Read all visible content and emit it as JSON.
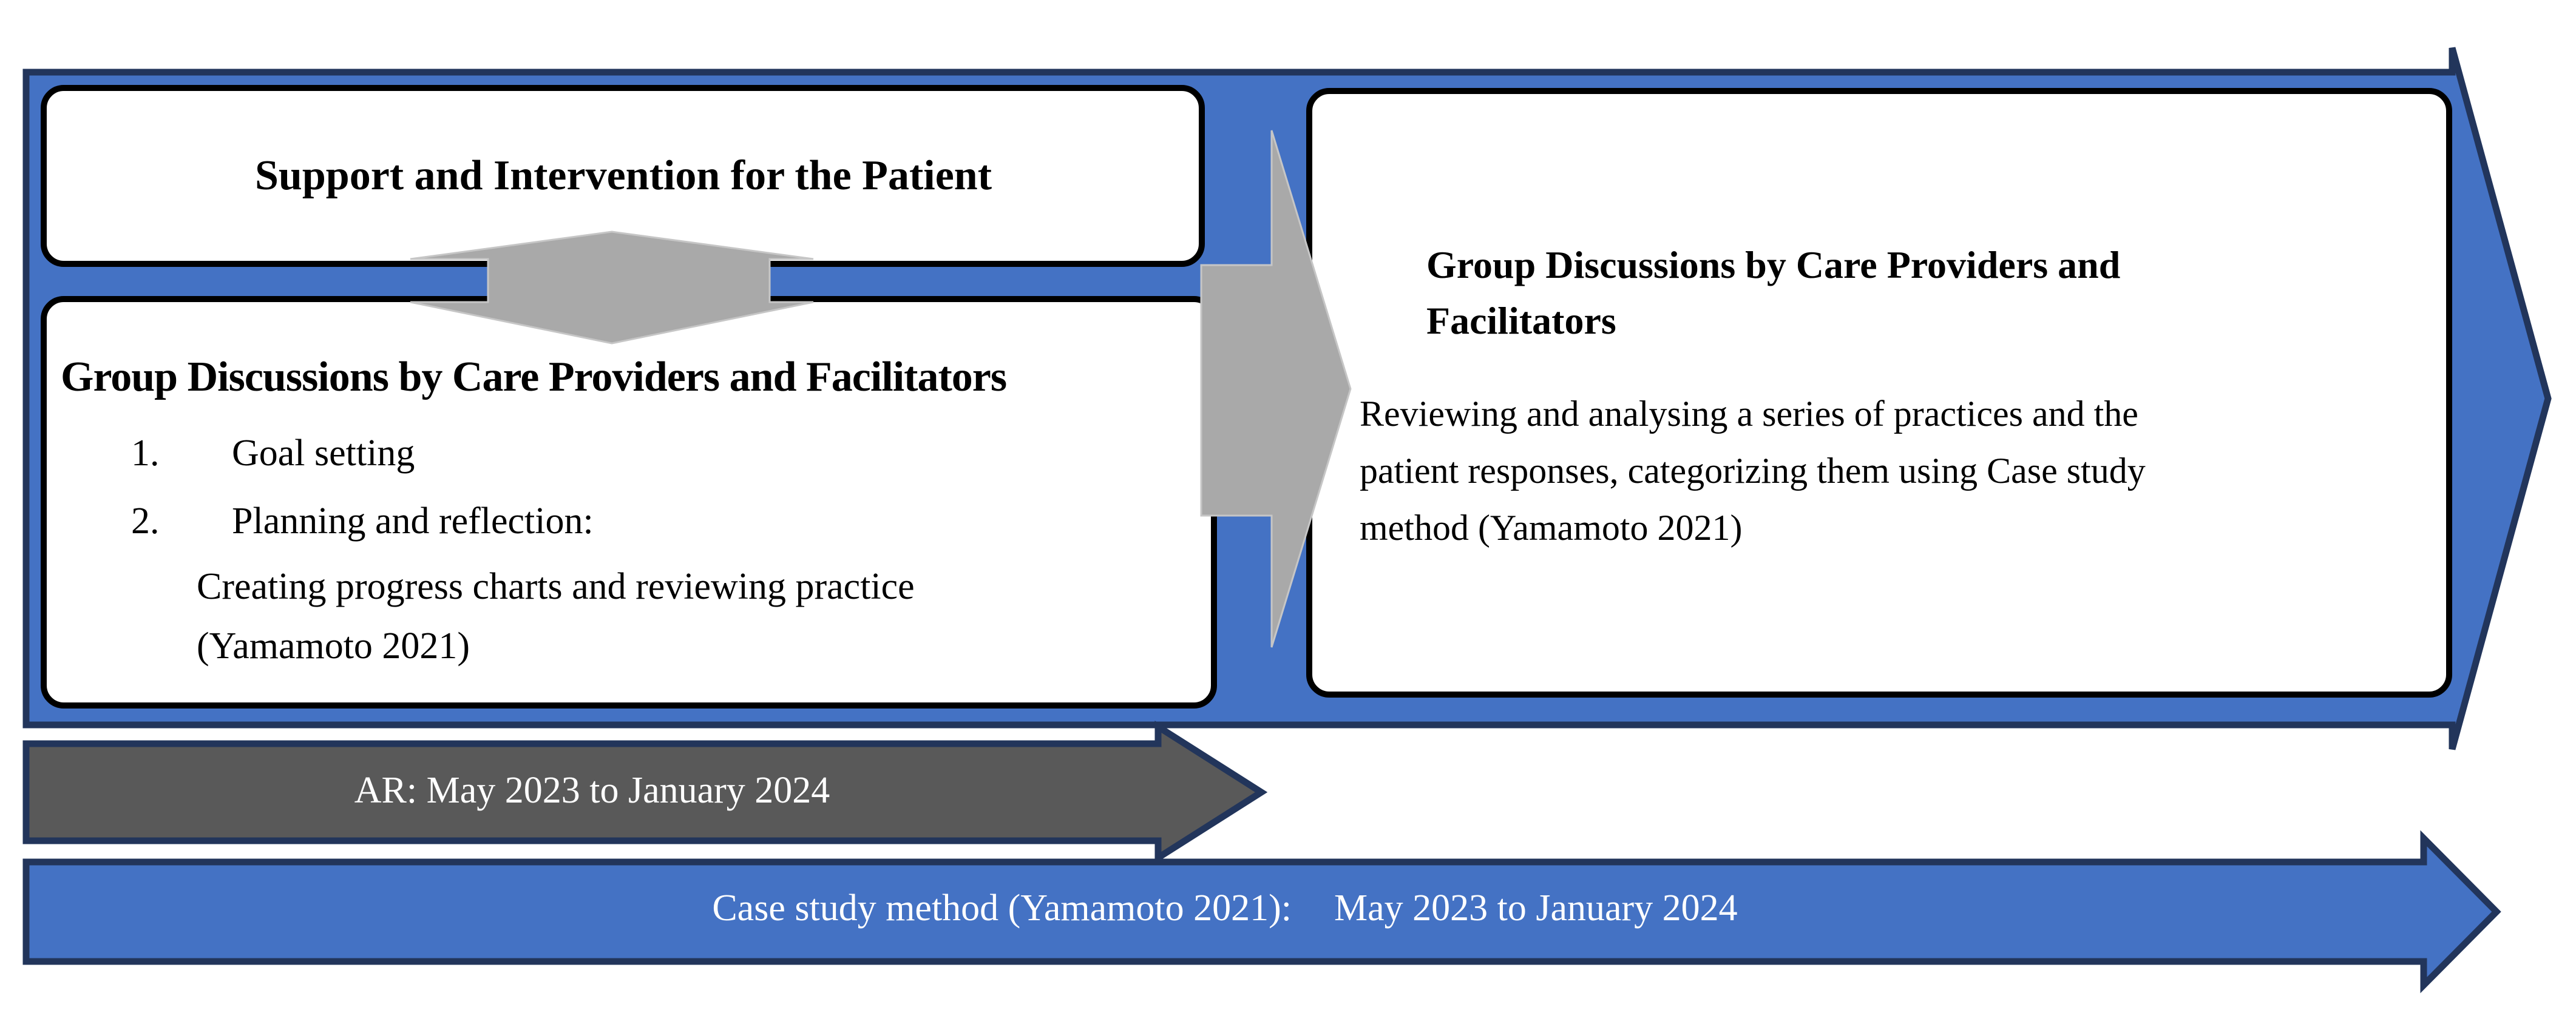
{
  "boxes": {
    "patient_support": {
      "title": "Support and Intervention for the Patient"
    },
    "group_discussions_left": {
      "title": "Group Discussions by Care Providers and Facilitators",
      "items": [
        {
          "num": "1.",
          "text": "Goal setting"
        },
        {
          "num": "2.",
          "text": "Planning and reflection:"
        }
      ],
      "continuation_lines": [
        "Creating progress charts and reviewing practice",
        "(Yamamoto 2021)"
      ]
    },
    "group_discussions_right": {
      "title_lines": [
        "Group Discussions by Care Providers and",
        "Facilitators"
      ],
      "body_lines": [
        "Reviewing and analysing a series of practices and the",
        "patient responses, categorizing them using Case study",
        "method (Yamamoto 2021)"
      ]
    }
  },
  "timeline_arrows": {
    "ar": {
      "label": "AR: May 2023 to January 2024"
    },
    "case_study": {
      "label": "Case study method (Yamamoto 2021):",
      "dates": "May 2023 to January 2024"
    }
  },
  "colors": {
    "process_blue": "#4472C4",
    "outline_navy": "#22355B",
    "ar_dark_gray": "#595959",
    "connector_gray": "#A9A9A9",
    "box_border_black": "#000000",
    "text_white": "#FFFFFF",
    "text_black": "#000000"
  }
}
